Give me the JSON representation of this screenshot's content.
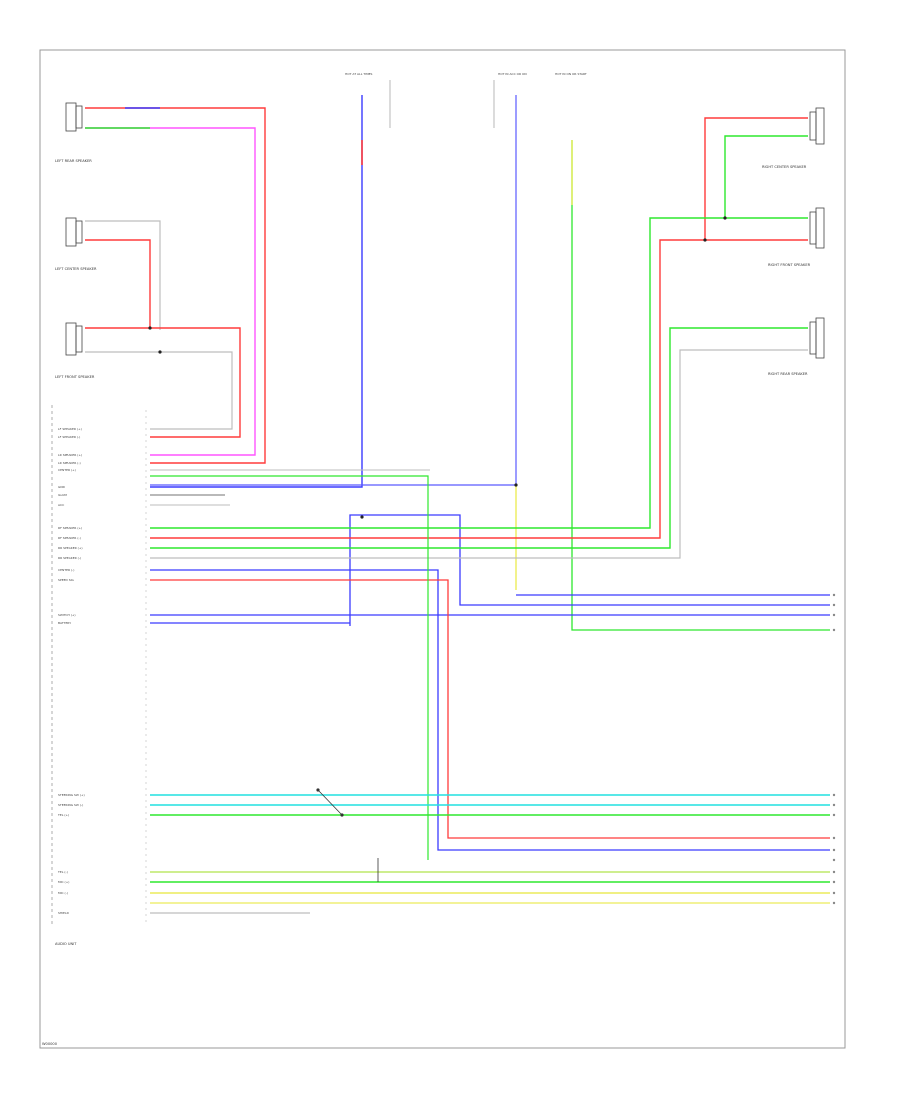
{
  "diagram": {
    "footer_code": "W00000",
    "colors": {
      "red": "#ff3b3b",
      "pink": "#ff55ff",
      "blue": "#3b3bff",
      "green": "#2ee82e",
      "cyan": "#21e0e0",
      "yellow": "#ecec5a",
      "gray": "#bdbdbd"
    },
    "components": {
      "left_rear_speaker": "LEFT REAR SPEAKER",
      "left_center_speaker": "LEFT CENTER SPEAKER",
      "left_front_speaker": "LEFT FRONT SPEAKER",
      "right_center_speaker": "RIGHT CENTER SPEAKER",
      "right_front_speaker": "RIGHT FRONT SPEAKER",
      "right_rear_speaker": "RIGHT REAR SPEAKER",
      "audio_unit": "AUDIO UNIT",
      "top_a": "HOT AT ALL TIMES",
      "top_b": "HOT IN ACC OR ON",
      "top_c": "HOT IN ON OR START"
    },
    "left_pins": [
      "LF SPEAKER (+)",
      "LF SPEAKER (-)",
      "LR SPEAKER (+)",
      "LR SPEAKER (-)",
      "CENTER (+)",
      "GND",
      "ILLUM",
      "ACC",
      "RF SPEAKER (+)",
      "RF SPEAKER (-)",
      "RR SPEAKER (+)",
      "RR SPEAKER (-)",
      "CENTER (-)",
      "SPEED SIG",
      "SWITCH (+)",
      "BATTERY",
      "STEERING SW (+)",
      "STEERING SW (-)",
      "TEL (+)",
      "TEL (-)",
      "MIC (+)",
      "MIC (-)",
      "SHIELD"
    ]
  }
}
